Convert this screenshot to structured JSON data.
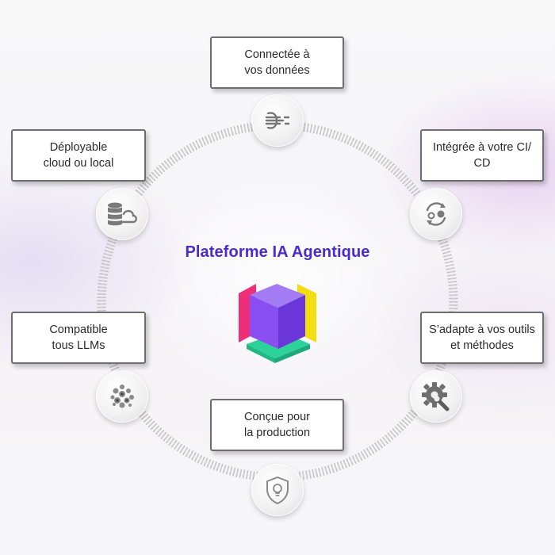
{
  "diagram": {
    "title": "Plateforme IA Agentique",
    "features": [
      {
        "label": "Connectée à\nvos données",
        "icon": "wind-flow-icon"
      },
      {
        "label": "Intégrée à votre CI/\nCD",
        "icon": "sync-cycle-icon"
      },
      {
        "label": "S’adapte à vos outils\net méthodes",
        "icon": "gear-wrench-icon"
      },
      {
        "label": "Conçue pour\nla production",
        "icon": "shield-bulb-icon"
      },
      {
        "label": "Compatible\ntous  LLMs",
        "icon": "neural-network-icon"
      },
      {
        "label": "Déployable\ncloud ou local",
        "icon": "database-cloud-icon"
      }
    ],
    "colors": {
      "title": "#4b2bd0",
      "cube_top": "#a37bf2",
      "cube_front": "#8a4ff0",
      "cube_side": "#6a36d8",
      "accent_pink": "#ee2f78",
      "accent_yellow": "#f4dd10",
      "accent_green": "#2bd39a"
    }
  }
}
